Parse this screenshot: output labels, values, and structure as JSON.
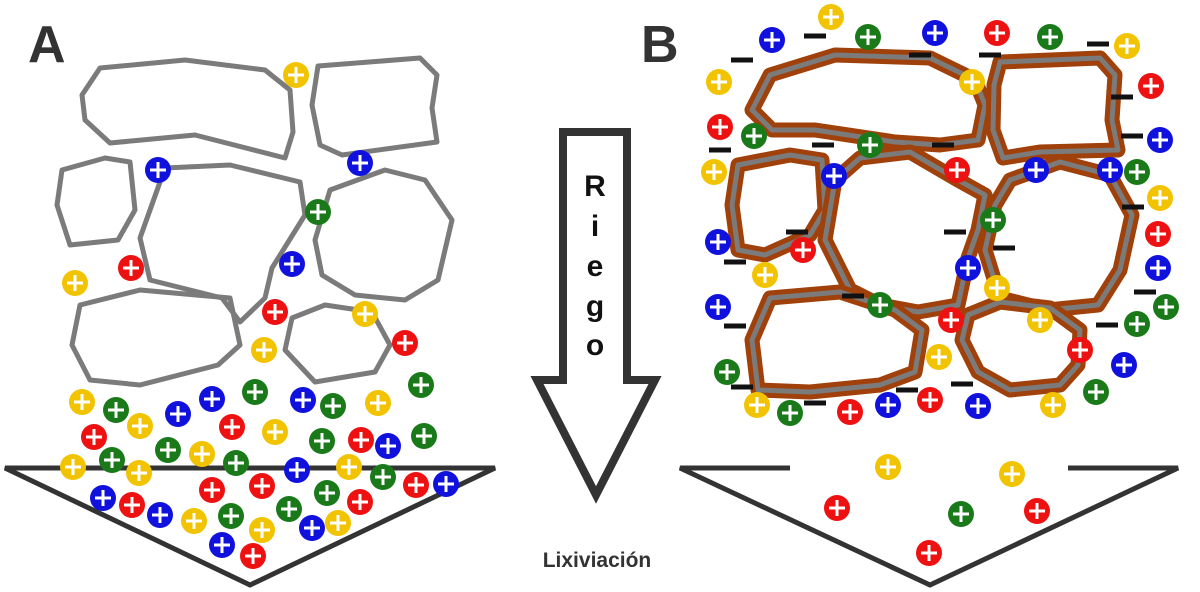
{
  "diagram": {
    "panel_a_label": "A",
    "panel_b_label": "B",
    "arrow_letters": [
      "R",
      "i",
      "e",
      "g",
      "o"
    ],
    "caption": "Lixiviación",
    "cation_symbol": "+",
    "anion_symbol": "−",
    "colors": {
      "red": "#ee1111",
      "blue": "#1111dd",
      "green": "#1a7a1a",
      "yellow": "#f2c300",
      "grain_outline": "#7b7b7b",
      "coating": "#a0400a",
      "funnel": "#333333"
    }
  }
}
